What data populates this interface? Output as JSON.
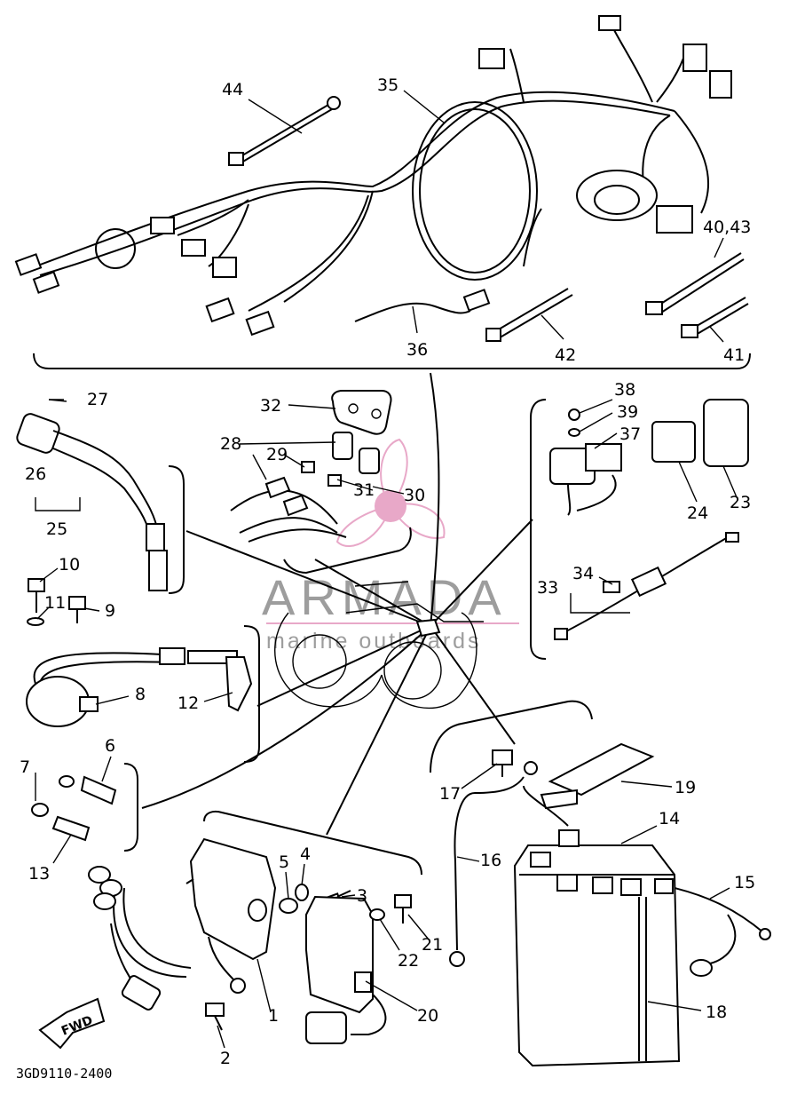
{
  "drawing_code": "3GD9110-2400",
  "watermark": {
    "title": "ARMADA",
    "subtitle": "marine outboards",
    "color": "#e8a8c8"
  },
  "fwd_arrow": "FWD",
  "callouts": {
    "c1": "1",
    "c2": "2",
    "c3": "3",
    "c4": "4",
    "c5": "5",
    "c6": "6",
    "c7": "7",
    "c8": "8",
    "c9": "9",
    "c10": "10",
    "c11": "11",
    "c12": "12",
    "c13": "13",
    "c14": "14",
    "c15": "15",
    "c16": "16",
    "c17": "17",
    "c18": "18",
    "c19": "19",
    "c20": "20",
    "c21": "21",
    "c22": "22",
    "c23": "23",
    "c24": "24",
    "c25": "25",
    "c26": "26",
    "c27": "27",
    "c28": "28",
    "c29": "29",
    "c30": "30",
    "c31": "31",
    "c32": "32",
    "c33": "33",
    "c34": "34",
    "c35": "35",
    "c36": "36",
    "c37": "37",
    "c38": "38",
    "c39": "39",
    "c40_43": "40,43",
    "c41": "41",
    "c42": "42",
    "c44": "44"
  }
}
